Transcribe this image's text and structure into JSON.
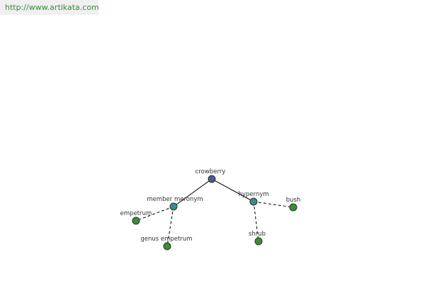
{
  "header": {
    "url_text": "http://www.artikata.com"
  },
  "colors": {
    "root": "#4a5a9a",
    "relation": "#3f8a8a",
    "leaf": "#3f8a3f",
    "edge": "#000000",
    "url": "#3a8a3a"
  },
  "graph": {
    "nodes": [
      {
        "id": "crowberry",
        "label": "crowberry",
        "kind": "root"
      },
      {
        "id": "member-meronym",
        "label": "member meronym",
        "kind": "relation"
      },
      {
        "id": "hypernym",
        "label": "hypernym",
        "kind": "relation"
      },
      {
        "id": "empetrum",
        "label": "empetrum",
        "kind": "leaf"
      },
      {
        "id": "genus-empetrum",
        "label": "genus empetrum",
        "kind": "leaf"
      },
      {
        "id": "shrub",
        "label": "shrub",
        "kind": "leaf"
      },
      {
        "id": "bush",
        "label": "bush",
        "kind": "leaf"
      }
    ],
    "edges": [
      {
        "from": "crowberry",
        "to": "member-meronym",
        "style": "solid"
      },
      {
        "from": "crowberry",
        "to": "hypernym",
        "style": "solid"
      },
      {
        "from": "member-meronym",
        "to": "empetrum",
        "style": "dashed"
      },
      {
        "from": "member-meronym",
        "to": "genus-empetrum",
        "style": "dashed"
      },
      {
        "from": "hypernym",
        "to": "shrub",
        "style": "dashed"
      },
      {
        "from": "hypernym",
        "to": "bush",
        "style": "dashed"
      }
    ]
  }
}
